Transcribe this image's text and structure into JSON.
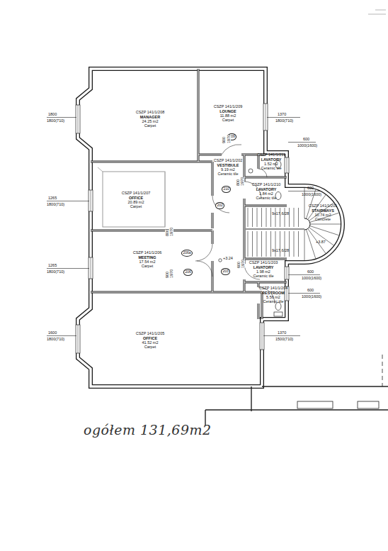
{
  "diagram": {
    "nodes": [
      {
        "text": [
          "CSZP 141/1/208",
          "MANAGER",
          "24.25 m2",
          "Carpet"
        ]
      },
      {
        "text": [
          "CSZP 141/1/209",
          "LOUNGE",
          "11.88 m2",
          "Carpet"
        ]
      },
      {
        "text": [
          "CSZP 141/1/207",
          "OFFICE",
          "20.89 m2",
          "Carpet"
        ]
      },
      {
        "text": [
          "CSZP 141/1/202",
          "VESTIBULE",
          "9.19 m2",
          "Ceramic tile"
        ]
      },
      {
        "text": [
          "CSZP 141/1/211",
          "LAVATORY",
          "1.52 m2",
          "Ceramic tile"
        ]
      },
      {
        "text": [
          "CSZP 141/1/210",
          "LAVATORY",
          "1.84 m2",
          "Ceramic tile"
        ]
      },
      {
        "text": [
          "CSZP 141/1/201",
          "STAIRWAYS",
          "10.74 m2",
          "Concrete"
        ]
      },
      {
        "text": [
          "CSZP 141/1/206",
          "MEETING",
          "17.54 m2",
          "Carpet"
        ]
      },
      {
        "text": [
          "CSZP 141/1/203",
          "LAVATORY",
          "1.98 m2",
          "Ceramic tile"
        ]
      },
      {
        "text": [
          "CSZP 141/1/204",
          "RESTROOM",
          "5.56 m2",
          "Ceramic tile"
        ]
      },
      {
        "text": [
          "CSZP 141/1/205",
          "OFFICE",
          "41.52 m2",
          "Carpet"
        ]
      }
    ],
    "edges": [],
    "labels": [
      "1800",
      "1800(710)",
      "1265",
      "1800(710)",
      "1265",
      "1800(710)",
      "1600",
      "1800(710)",
      "1370",
      "1800(710)",
      "1370",
      "1500(710)",
      "600",
      "1000(1600)",
      "600",
      "1000(1600)",
      "600",
      "1000(1600)",
      "600",
      "1000(1600)",
      "209",
      "210",
      "202",
      "206a",
      "206",
      "203",
      "900",
      "1970",
      "800",
      "1970",
      "800",
      "1970",
      "900",
      "1970",
      "600",
      "1970",
      "+3.24",
      "+3.87",
      "9x17,6/28",
      "9x17,6/28",
      "ogółem 131,69m2"
    ]
  }
}
